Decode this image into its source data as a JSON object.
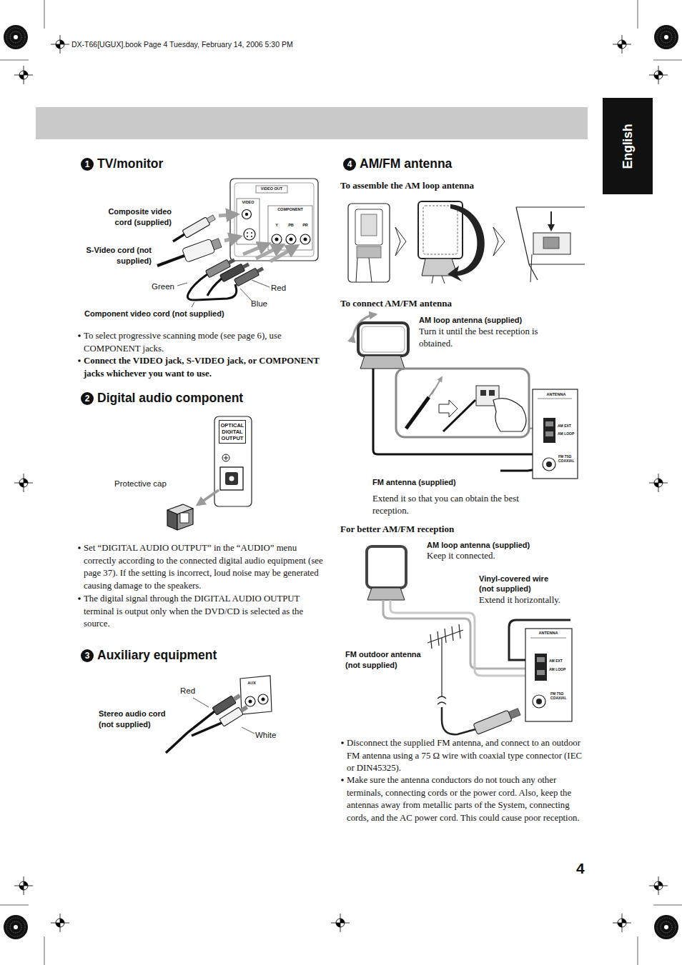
{
  "diagram": {
    "nodes": [
      {
        "text": [
          "English"
        ]
      },
      {
        "text": [
          "1"
        ]
      },
      {
        "text": [
          "2"
        ]
      },
      {
        "text": [
          "3"
        ]
      },
      {
        "text": [
          "4"
        ]
      },
      {
        "text": [
          "OPTICAL DIGITAL OUTPUT"
        ]
      }
    ],
    "labels": [
      "DX-T66[UGUX].book  Page 4  Tuesday, February 14, 2006  5:30 PM",
      "TV/monitor",
      "VIDEO OUT",
      "VIDEO",
      "COMPONENT",
      "Y",
      "PB",
      "PR",
      "Composite video cord (supplied)",
      "S-Video cord (not supplied)",
      "Green",
      "Red",
      "Blue",
      "Component video cord (not supplied)",
      "To select progressive scanning mode (see page 6), use COMPONENT jacks.",
      "Connect the VIDEO jack, S-VIDEO jack, or COMPONENT jacks whichever you want to use.",
      "Digital audio component",
      "Protective cap",
      "Set “DIGITAL AUDIO OUTPUT” in the “AUDIO” menu correctly according to the connected digital audio equipment (see page 37). If the setting is incorrect, loud noise may be generated causing damage to the speakers.",
      "The digital signal through the DIGITAL AUDIO OUTPUT terminal is output only when the DVD/CD is selected as the source.",
      "Auxiliary equipment",
      "AUX",
      "Red",
      "Stereo audio cord (not supplied)",
      "White",
      "AM/FM antenna",
      "To assemble the AM loop antenna",
      "To connect AM/FM antenna",
      "AM loop antenna (supplied)",
      "Turn it until the best reception is obtained.",
      "ANTENNA",
      "AM EXT",
      "AM LOOP",
      "FM 75Ω COAXIAL",
      "FM antenna (supplied)",
      "Extend it so that you can obtain the best reception.",
      "For better AM/FM reception",
      "AM loop antenna (supplied)",
      "Keep it connected.",
      "Vinyl-covered wire (not supplied)",
      "Extend it horizontally.",
      "ANTENNA",
      "AM EXT",
      "AM LOOP",
      "FM 75Ω COAXIAL",
      "FM outdoor antenna (not supplied)",
      "Disconnect the supplied FM antenna, and connect to an outdoor FM antenna using a 75 Ω wire with coaxial type connector (IEC or DIN45325).",
      "Make sure the antenna conductors do not touch any other terminals, connecting cords or the power cord. Also, keep the antennas away from metallic parts of the System, connecting cords, and the AC power cord. This could cause poor reception.",
      "4"
    ]
  }
}
